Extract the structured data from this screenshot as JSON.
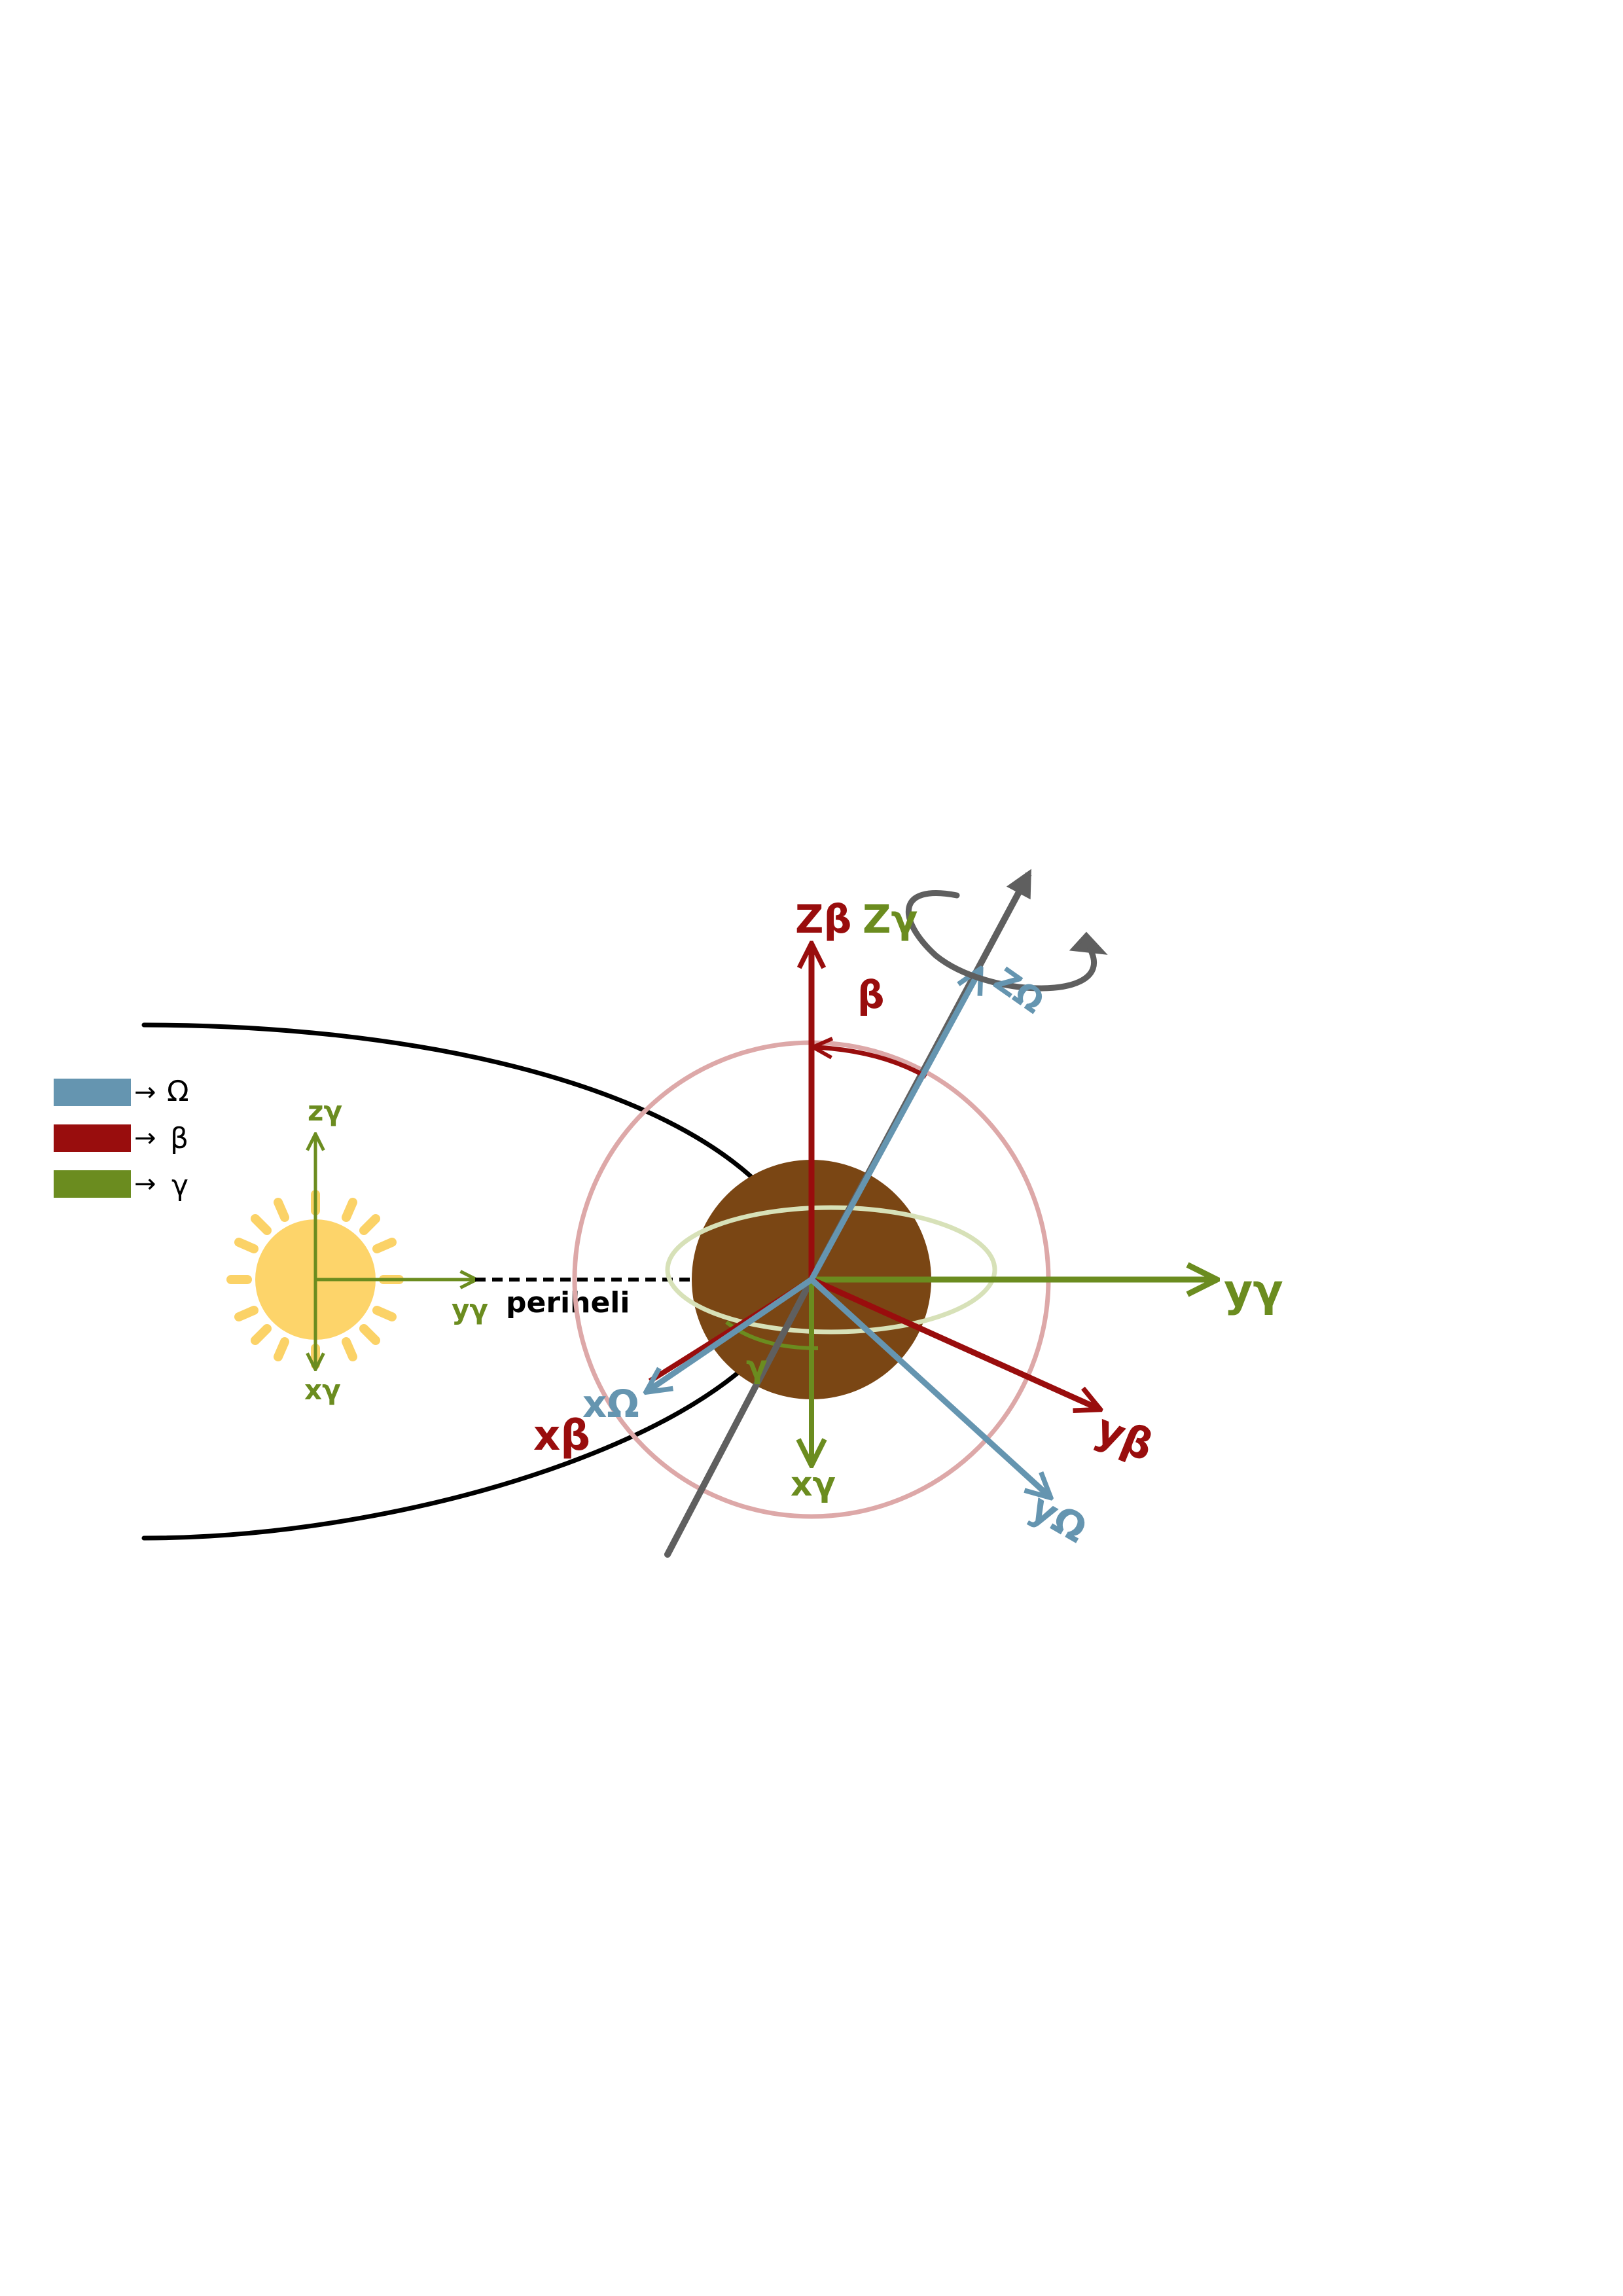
{
  "colors": {
    "omega": "#6595b0",
    "beta": "#990d0d",
    "gamma": "#6b8c1f",
    "planet": "#7a4614",
    "sun": "#fdd46a",
    "sun_rays": "#fbd267",
    "orbit": "#000000",
    "spin_axis": "#5f5f5f",
    "ring_beta": "#dda8a8",
    "ellipse_gamma": "#d7e1b8"
  },
  "legend": [
    {
      "color_key": "omega",
      "label": "Ω",
      "arrow": "→"
    },
    {
      "color_key": "beta",
      "label": "β",
      "arrow": "→"
    },
    {
      "color_key": "gamma",
      "label": "γ",
      "arrow": "→"
    }
  ],
  "sun_frame": {
    "z_label": "zγ",
    "x_label": "xγ",
    "y_label": "yγ"
  },
  "perihelion_label": "periheli",
  "planet_frame": {
    "z_beta": "Zβ",
    "z_gamma": "Zγ",
    "z_omega": "ZΩ",
    "y_gamma": "yγ",
    "y_beta": "yβ",
    "y_omega": "yΩ",
    "x_gamma": "xγ",
    "x_beta": "xβ",
    "x_omega": "xΩ",
    "angle_beta": "β",
    "angle_gamma": "γ"
  },
  "icons": [
    "sun-icon",
    "planet-icon",
    "spin-rotation-arrow-icon"
  ]
}
